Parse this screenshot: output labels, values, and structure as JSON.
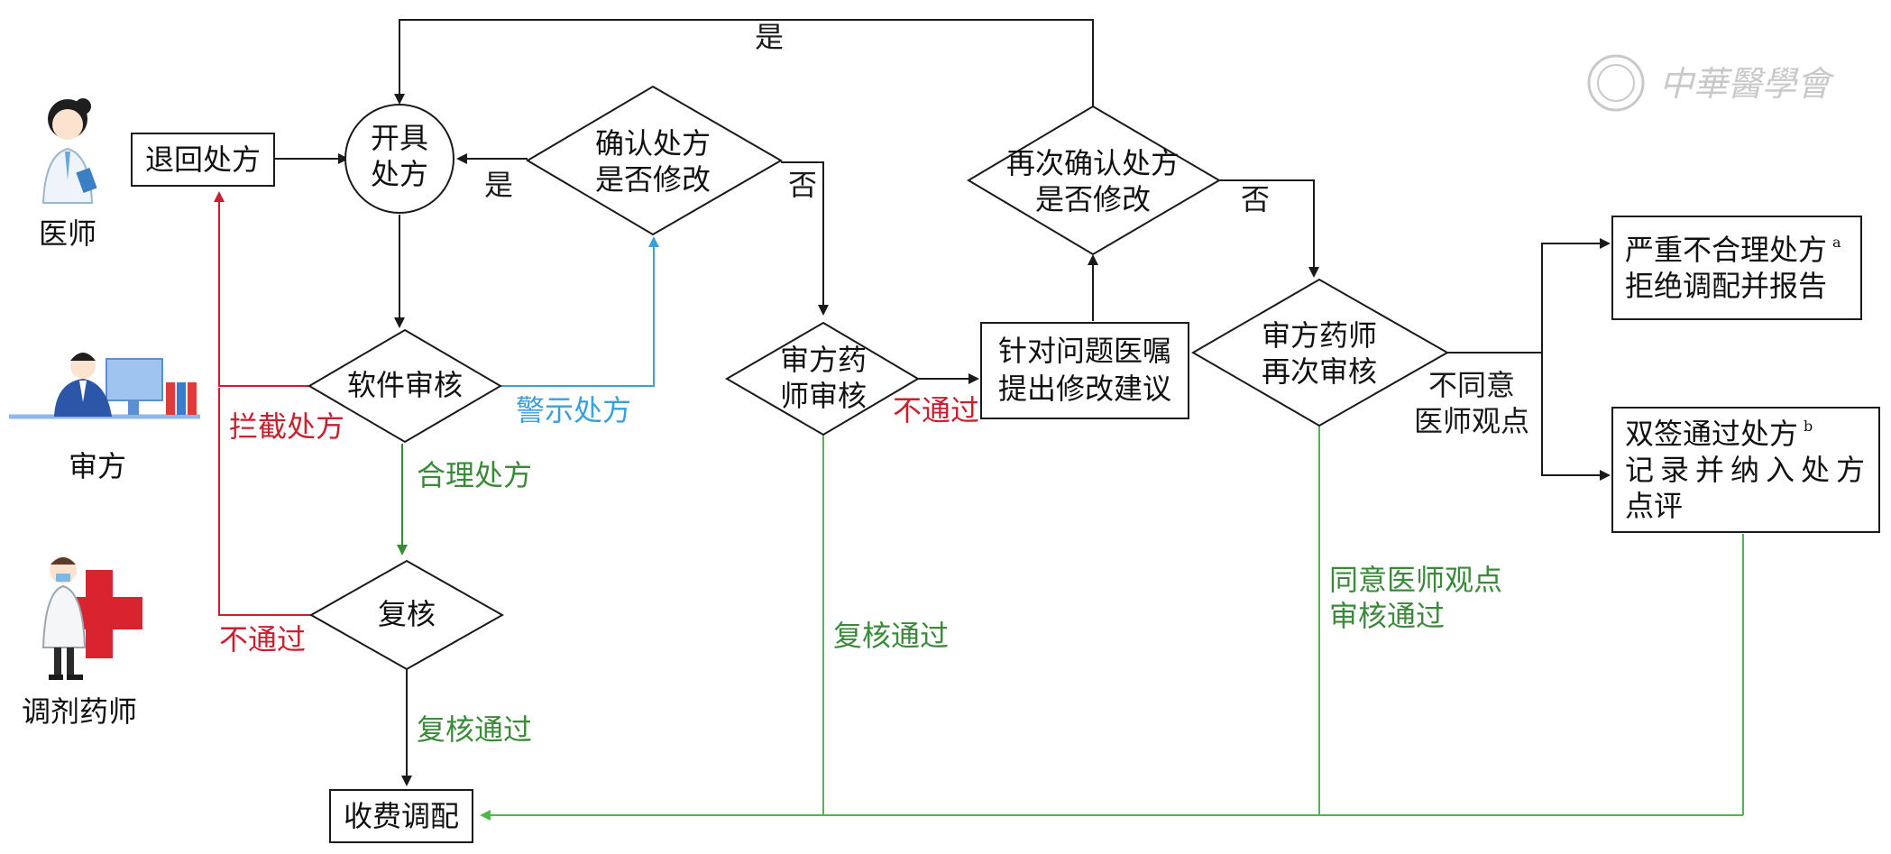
{
  "roles": {
    "doctor": "医师",
    "reviewer": "审方",
    "dispenser": "调剂药师"
  },
  "nodes": {
    "return_rx": "退回处方",
    "issue_rx_line1": "开具",
    "issue_rx_line2": "处方",
    "confirm_modify_line1": "确认处方",
    "confirm_modify_line2": "是否修改",
    "software_review": "软件审核",
    "recheck": "复核",
    "pharmacist_review_line1": "审方药",
    "pharmacist_review_line2": "师审核",
    "suggest_line1": "针对问题医嘱",
    "suggest_line2": "提出修改建议",
    "reconfirm_line1": "再次确认处方",
    "reconfirm_line2": "是否修改",
    "pharmacist_rereview_line1": "审方药师",
    "pharmacist_rereview_line2": "再次审核",
    "severe_line1": "严重不合理处方",
    "severe_sup": "a",
    "severe_line2": "拒绝调配并报告",
    "double_sign_line1": "双签通过处方",
    "double_sign_sup": "b",
    "double_sign_line2": "记录并纳入处方",
    "double_sign_line3": "点评",
    "charge_dispense": "收费调配"
  },
  "edges": {
    "yes_top": "是",
    "yes_left": "是",
    "no_1": "否",
    "no_2": "否",
    "intercept": "拦截处方",
    "warning": "警示处方",
    "reasonable": "合理处方",
    "not_pass_recheck": "不通过",
    "recheck_pass_1": "复核通过",
    "recheck_pass_2": "复核通过",
    "not_pass_review": "不通过",
    "disagree_line1": "不同意",
    "disagree_line2": "医师观点",
    "agree_line1": "同意医师观点",
    "agree_line2": "审核通过"
  },
  "watermark": "中華醫學會",
  "colors": {
    "black": "#1a1a1a",
    "red": "#c8202f",
    "blue": "#3aa0d8",
    "dark_green": "#3a8a3a",
    "light_green": "#4cb84c",
    "watermark": "#c9c9c9"
  }
}
